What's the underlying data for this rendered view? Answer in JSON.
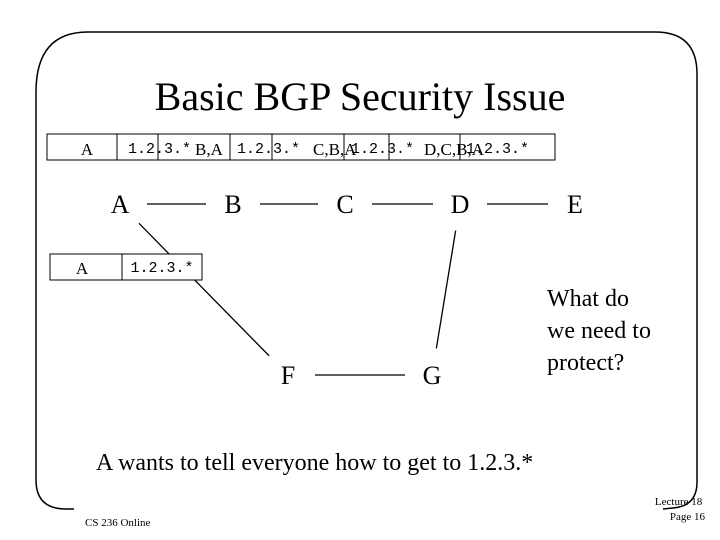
{
  "slide": {
    "title": "Basic BGP Security Issue",
    "question": "What do we need to protect?",
    "question_lines": [
      "What do",
      "we need to",
      "protect?"
    ],
    "caption": "A wants to tell everyone how to get to 1.2.3.*",
    "footer_left": "CS 236 Online",
    "footer_right_lines": [
      "Lecture 18",
      "Page 16"
    ]
  },
  "route_announcements": [
    {
      "path": "A",
      "prefix": "1.2.3.*"
    },
    {
      "path": "B,A",
      "prefix": "1.2.3.*"
    },
    {
      "path": "C,B,A",
      "prefix": "1.2.3.*"
    },
    {
      "path": "D,C,B,A",
      "prefix": "1.2.3.*"
    }
  ],
  "lower_announcement": {
    "path": "A",
    "prefix": "1.2.3.*"
  },
  "nodes": [
    {
      "id": "A",
      "label": "A"
    },
    {
      "id": "B",
      "label": "B"
    },
    {
      "id": "C",
      "label": "C"
    },
    {
      "id": "D",
      "label": "D"
    },
    {
      "id": "E",
      "label": "E"
    },
    {
      "id": "F",
      "label": "F"
    },
    {
      "id": "G",
      "label": "G"
    }
  ],
  "edges": [
    [
      "A",
      "B"
    ],
    [
      "B",
      "C"
    ],
    [
      "C",
      "D"
    ],
    [
      "D",
      "E"
    ],
    [
      "A",
      "F"
    ],
    [
      "F",
      "G"
    ],
    [
      "G",
      "D"
    ]
  ]
}
